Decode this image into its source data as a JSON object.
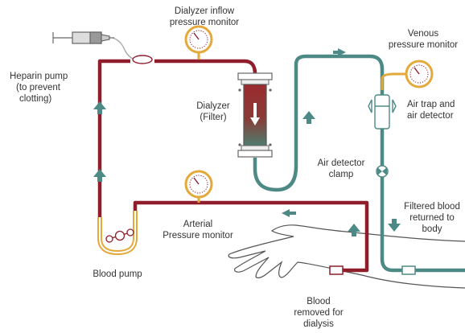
{
  "labels": {
    "dialyzer_inflow": [
      "Dialyzer inflow",
      "pressure monitor"
    ],
    "heparin": [
      "Heparin pump",
      "(to prevent",
      "clotting)"
    ],
    "venous": [
      "Venous",
      "pressure monitor"
    ],
    "dialyzer": [
      "Dialyzer",
      "(Filter)"
    ],
    "air_trap": [
      "Air trap and",
      "air detector"
    ],
    "air_clamp": [
      "Air detector",
      "clamp"
    ],
    "filtered": [
      "Filtered blood",
      "returned to",
      "body"
    ],
    "arterial": [
      "Arterial",
      "Pressure monitor"
    ],
    "blood_pump": [
      "Blood pump"
    ],
    "blood_removed": [
      "Blood",
      "removed for",
      "dialysis"
    ]
  },
  "colors": {
    "arterial_line": "#8f1d2c",
    "venous_line": "#4d8a86",
    "gauge_gold": "#e3a93b",
    "arrow": "#4d8a86",
    "text": "#333333"
  },
  "icons": [
    "syringe-icon",
    "pressure-gauge-icon",
    "dialyzer-filter-icon",
    "air-trap-icon",
    "clamp-valve-icon",
    "blood-pump-icon",
    "arm-outline-icon",
    "flow-arrow-icon"
  ]
}
